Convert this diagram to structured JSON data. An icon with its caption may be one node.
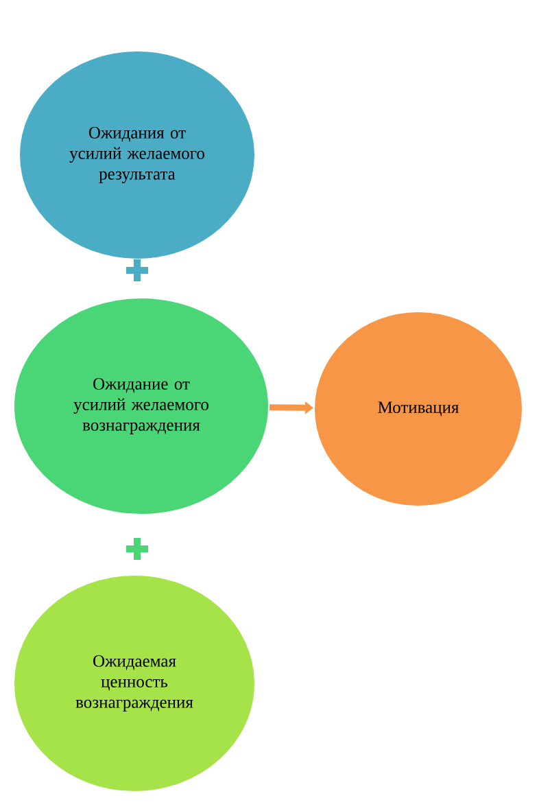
{
  "diagram": {
    "nodes": [
      {
        "text": [
          "Ожидания от усилий желаемого результата"
        ]
      },
      {
        "text": [
          "Ожидание от усилий желаемого вознаграждения"
        ]
      },
      {
        "text": [
          "Ожидаемая ценность вознаграждения"
        ]
      },
      {
        "text": [
          "Мотивация"
        ]
      }
    ],
    "edges": [
      {
        "from": 1,
        "to": 3,
        "arrow": "to"
      }
    ]
  }
}
